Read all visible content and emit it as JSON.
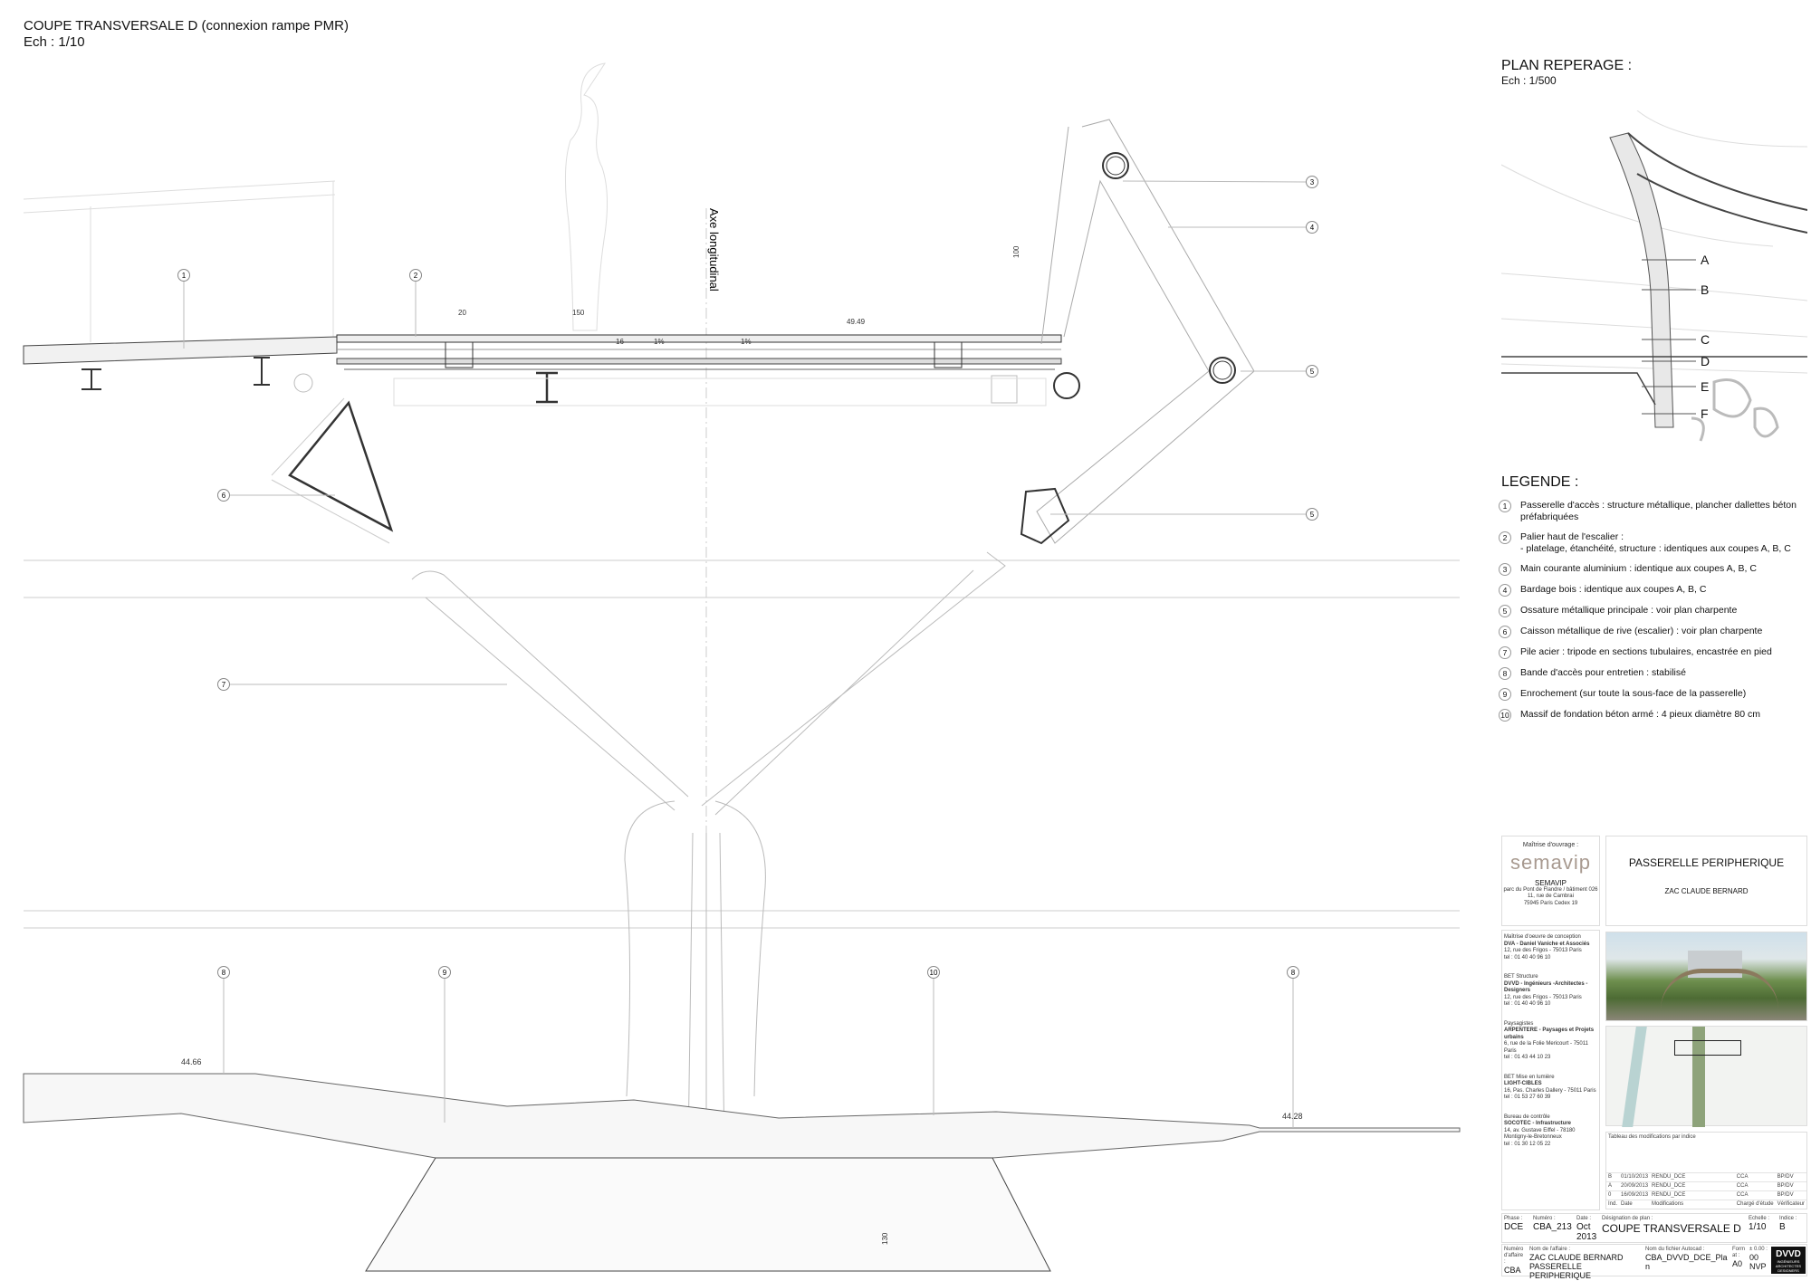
{
  "header": {
    "title": "COUPE TRANSVERSALE D (connexion rampe PMR)",
    "scale": "Ech : 1/10"
  },
  "drawing": {
    "axis_label": "Axe longitudinal",
    "dims": {
      "d20": "20",
      "d150": "150",
      "level": "49.49",
      "h100": "100",
      "slope_l": "1%",
      "slope_r": "1%",
      "d16": "16",
      "h130": "130"
    },
    "elevations": {
      "left": "44.66",
      "right": "44.28"
    },
    "callouts": [
      "1",
      "2",
      "3",
      "4",
      "5",
      "5",
      "6",
      "7",
      "8",
      "9",
      "10",
      "8"
    ]
  },
  "plan": {
    "title": "PLAN REPERAGE :",
    "scale": "Ech : 1/500",
    "sections": [
      "A",
      "B",
      "C",
      "D",
      "E",
      "F"
    ]
  },
  "legend": {
    "title": "LEGENDE :",
    "items": [
      {
        "n": "1",
        "text": "Passerelle d'accès : structure métallique, plancher dallettes béton préfabriquées"
      },
      {
        "n": "2",
        "text": "Palier haut de l'escalier :\n- platelage, étanchéité, structure : identiques aux coupes A, B, C"
      },
      {
        "n": "3",
        "text": "Main courante aluminium : identique aux coupes A, B, C"
      },
      {
        "n": "4",
        "text": "Bardage bois : identique aux coupes A, B, C"
      },
      {
        "n": "5",
        "text": "Ossature métallique principale : voir plan charpente"
      },
      {
        "n": "6",
        "text": "Caisson métallique de rive (escalier) : voir plan charpente"
      },
      {
        "n": "7",
        "text": "Pile acier : tripode en sections tubulaires, encastrée en pied"
      },
      {
        "n": "8",
        "text": "Bande d'accès pour entretien : stabilisé"
      },
      {
        "n": "9",
        "text": "Enrochement (sur toute la sous-face de la passerelle)"
      },
      {
        "n": "10",
        "text": "Massif de fondation béton armé : 4 pieux diamètre 80 cm"
      }
    ]
  },
  "titleblock": {
    "owner_label": "Maîtrise d'ouvrage :",
    "owner_logo": "semavip",
    "owner_name": "SEMAVIP",
    "owner_addr": [
      "parc du Pont de Flandre / bâtiment 026",
      "11, rue de Cambrai",
      "75945 Paris Cedex 19"
    ],
    "project": "PASSERELLE PERIPHERIQUE",
    "subproject": "ZAC CLAUDE BERNARD",
    "team": [
      {
        "role": "Maîtrise d'oeuvre de conception",
        "name": "DVA - Daniel Vaniche et Associés",
        "addr": "12, rue des Frigos - 75013 Paris",
        "tel": "tel : 01 40 40 96 10"
      },
      {
        "role": "BET Structure",
        "name": "DVVD - Ingénieurs -Architectes - Designers",
        "addr": "12, rue des Frigos - 75013 Paris",
        "tel": "tel : 01 40 40 96 10"
      },
      {
        "role": "Paysagistes",
        "name": "ARPENTERE - Paysages et Projets urbains",
        "addr": "6, rue de la Folie Mericourt - 75011 Paris",
        "tel": "tel : 01 43 44 10 23"
      },
      {
        "role": "BET Mise en lumière",
        "name": "LIGHT-CIBLES",
        "addr": "16, Pas. Charles Dallery - 75011 Paris",
        "tel": "tel : 01 53 27 60 39"
      },
      {
        "role": "Bureau de contrôle",
        "name": "SOCOTEC - Infrastructure",
        "addr": "14, av. Gustave Eiffel - 78180 Montigny-le-Bretonneux",
        "tel": "tel : 01 30 12 05 22"
      }
    ],
    "mods_title": "Tableau des modifications par indice",
    "mods_header": [
      "Ind.",
      "Date",
      "Modifications",
      "Chargé d'étude",
      "Vérificateur"
    ],
    "mods": [
      [
        "B",
        "01/10/2013",
        "RENDU_DCE",
        "CCA",
        "BP/DV"
      ],
      [
        "A",
        "20/09/2013",
        "RENDU_DCE",
        "CCA",
        "BP/DV"
      ],
      [
        "0",
        "16/09/2013",
        "RENDU_DCE",
        "CCA",
        "BP/DV"
      ]
    ],
    "phase_label": "Phase :",
    "phase": "DCE",
    "numero_label": "Numéro :",
    "numero": "CBA_213",
    "date_label": "Date :",
    "date": "Oct 2013",
    "designation_label": "Désignation de plan :",
    "designation": "COUPE TRANSVERSALE D",
    "echelle_label": "Echelle :",
    "echelle": "1/10",
    "indice_label": "Indice :",
    "indice": "B",
    "affaire_num_label": "Numéro d'affaire :",
    "affaire_num": "CBA",
    "affaire_nom_label": "Nom de l'affaire :",
    "affaire_nom1": "ZAC CLAUDE BERNARD",
    "affaire_nom2": "PASSERELLE PERIPHERIQUE",
    "fichier_label": "Nom du fichier Autocad :",
    "fichier": "CBA_DVVD_DCE_Plan",
    "format_label": "Format :",
    "format": "A0",
    "nvp_label": "± 0.00 :",
    "nvp": "00 NVP",
    "logo": "DVVD",
    "logo_sub": "INGÉNIEURS ARCHITECTES DESIGNERS"
  }
}
